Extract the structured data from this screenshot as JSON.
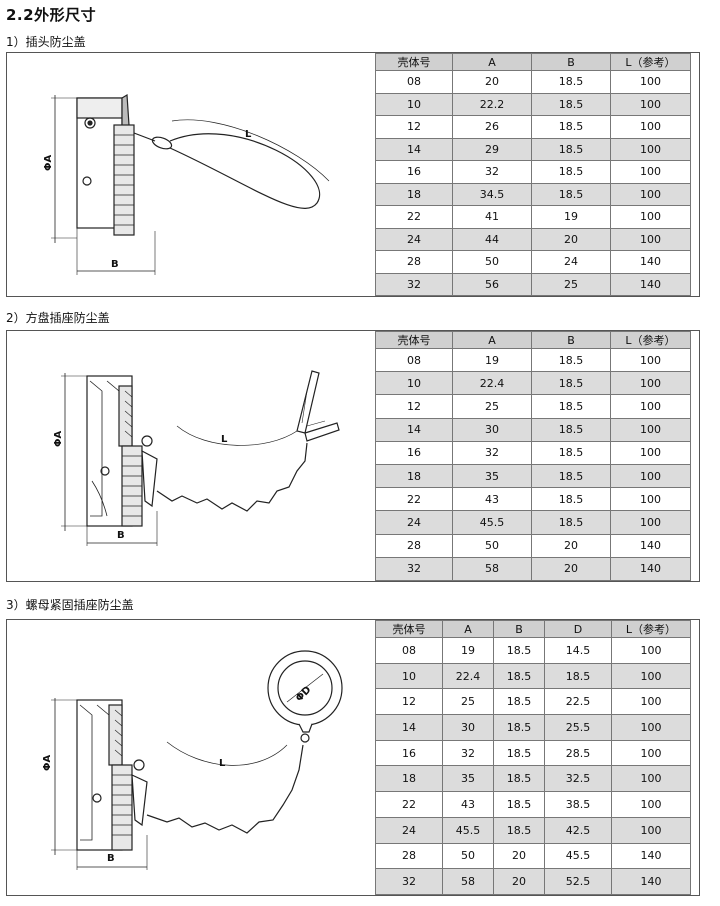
{
  "heading": "2.2外形尺寸",
  "sections": [
    {
      "title": "1）插头防尘盖",
      "dim_labels": {
        "diameter": "ΦA",
        "length": "B",
        "lanyard": "L"
      },
      "headers": [
        "壳体号",
        "A",
        "B",
        "L（参考）"
      ],
      "rows": [
        [
          "08",
          "20",
          "18.5",
          "100"
        ],
        [
          "10",
          "22.2",
          "18.5",
          "100"
        ],
        [
          "12",
          "26",
          "18.5",
          "100"
        ],
        [
          "14",
          "29",
          "18.5",
          "100"
        ],
        [
          "16",
          "32",
          "18.5",
          "100"
        ],
        [
          "18",
          "34.5",
          "18.5",
          "100"
        ],
        [
          "22",
          "41",
          "19",
          "100"
        ],
        [
          "24",
          "44",
          "20",
          "100"
        ],
        [
          "28",
          "50",
          "24",
          "140"
        ],
        [
          "32",
          "56",
          "25",
          "140"
        ]
      ]
    },
    {
      "title": "2）方盘插座防尘盖",
      "dim_labels": {
        "diameter": "ΦA",
        "length": "B",
        "lanyard": "L"
      },
      "headers": [
        "壳体号",
        "A",
        "B",
        "L（参考）"
      ],
      "rows": [
        [
          "08",
          "19",
          "18.5",
          "100"
        ],
        [
          "10",
          "22.4",
          "18.5",
          "100"
        ],
        [
          "12",
          "25",
          "18.5",
          "100"
        ],
        [
          "14",
          "30",
          "18.5",
          "100"
        ],
        [
          "16",
          "32",
          "18.5",
          "100"
        ],
        [
          "18",
          "35",
          "18.5",
          "100"
        ],
        [
          "22",
          "43",
          "18.5",
          "100"
        ],
        [
          "24",
          "45.5",
          "18.5",
          "100"
        ],
        [
          "28",
          "50",
          "20",
          "140"
        ],
        [
          "32",
          "58",
          "20",
          "140"
        ]
      ]
    },
    {
      "title": "3）螺母紧固插座防尘盖",
      "dim_labels": {
        "diameter": "ΦA",
        "length": "B",
        "lanyard": "L",
        "ring": "ΦD"
      },
      "headers": [
        "壳体号",
        "A",
        "B",
        "D",
        "L（参考）"
      ],
      "rows": [
        [
          "08",
          "19",
          "18.5",
          "14.5",
          "100"
        ],
        [
          "10",
          "22.4",
          "18.5",
          "18.5",
          "100"
        ],
        [
          "12",
          "25",
          "18.5",
          "22.5",
          "100"
        ],
        [
          "14",
          "30",
          "18.5",
          "25.5",
          "100"
        ],
        [
          "16",
          "32",
          "18.5",
          "28.5",
          "100"
        ],
        [
          "18",
          "35",
          "18.5",
          "32.5",
          "100"
        ],
        [
          "22",
          "43",
          "18.5",
          "38.5",
          "100"
        ],
        [
          "24",
          "45.5",
          "18.5",
          "42.5",
          "100"
        ],
        [
          "28",
          "50",
          "20",
          "45.5",
          "140"
        ],
        [
          "32",
          "58",
          "20",
          "52.5",
          "140"
        ]
      ]
    }
  ]
}
